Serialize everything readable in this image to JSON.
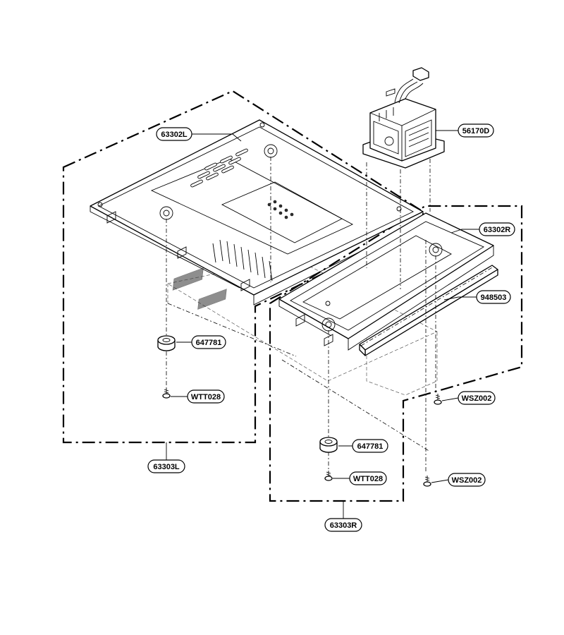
{
  "labels": {
    "top_left_panel": "63302L",
    "transformer": "56170D",
    "top_right_panel": "63302R",
    "gasket": "948503",
    "foot_left": "647781",
    "screw_left": "WTT028",
    "assembly_left": "63303L",
    "screw_wsz_upper": "WSZ002",
    "foot_right": "647781",
    "screw_right": "WTT028",
    "screw_wsz_lower": "WSZ002",
    "assembly_right": "63303R"
  }
}
